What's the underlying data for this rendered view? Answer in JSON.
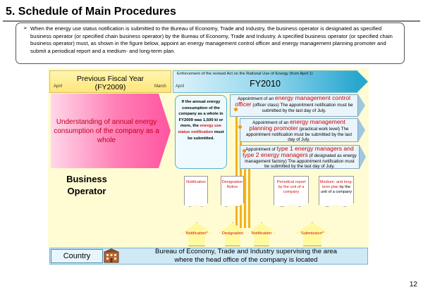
{
  "header": {
    "title": "5. Schedule of Main Procedures"
  },
  "intro": {
    "bullet": "➢",
    "text": "When the energy use status notification is submitted to the Bureau of Economy, Trade and Industry, the business operator is designated as specified business operator (or specified chain business operator) by the Bureau of Economy, Trade and Industry. A specified business operator (or specified chain business operator) must, as shown in the figure below, appoint an energy management control officer and energy management planning promoter and submit a periodical report and a medium- and long-term plan."
  },
  "timeline": {
    "prev_year": {
      "line1": "Previous Fiscal Year",
      "line2": "(FY2009)",
      "april": "April",
      "march": "March"
    },
    "current_year": {
      "note": "Enforcement of the revised Act on the Rational Use of Energy (from April 1)",
      "label": "FY2010",
      "april": "April"
    }
  },
  "understanding": {
    "text": "Understanding of annual energy consumption of the company as a whole"
  },
  "business_operator": {
    "line1": "Business",
    "line2": "Operator"
  },
  "annual_box": {
    "text_before": "If the annual energy consumption of the company as a whole in FY2009 was 1,500 kl or more, the ",
    "text_red": "energy use status notification",
    "text_after": " must be submitted."
  },
  "appointments": [
    {
      "pre": "Appointment of an ",
      "role": "energy management control officer",
      "post": " (officer class) The appointment notification must be submitted by the last day of July."
    },
    {
      "pre": "Appointment of an ",
      "role": "energy management planning promoter",
      "post": " (practical work level) The appointment notification must be submitted by the last day of July."
    },
    {
      "pre": "Appointment of ",
      "role": "type 1 energy managers and type 2 energy managers",
      "post": " (if designated as energy management factory) The appointment notification must be submitted by the last day of July."
    }
  ],
  "documents": {
    "notification": "Notification",
    "designation": "Designation Notice",
    "periodical": "Periodical report by the unit of a company",
    "midlong_red": "Medium- and long- term plan",
    "midlong_black": " by the unit of a company"
  },
  "submissions": {
    "notification": "Notification*",
    "designation": "Designation",
    "notification2": "Notification",
    "submission": "Submission*"
  },
  "country": {
    "label": "Country",
    "bureau_line1": "Bureau of Economy, Trade and Industry supervising the area",
    "bureau_line2": "where the head office of the company is located"
  },
  "footer": {
    "page": "12"
  },
  "colors": {
    "accent_red": "#d01515",
    "pink": "#ff55a0",
    "fy_blue": "#2aa7cf",
    "guide_orange": "#f4b21a"
  }
}
